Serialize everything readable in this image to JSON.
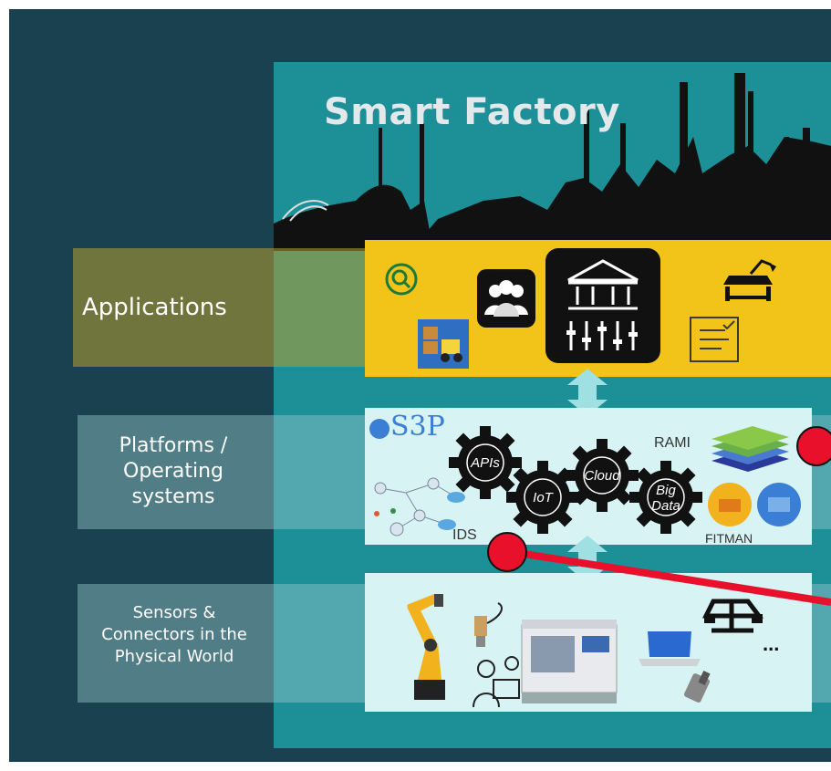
{
  "title": "Smart Factory",
  "layers": {
    "applications": "Applications",
    "platforms": [
      "Platforms /",
      "Operating",
      "systems"
    ],
    "sensors": [
      "Sensors &",
      "Connectors in the",
      "Physical World"
    ]
  },
  "platform_labels": {
    "s3p": "S3P",
    "rami": "RAMI",
    "ids": "IDS",
    "fitman": "FITMAN"
  },
  "gears": [
    "APIs",
    "IoT",
    "Cloud",
    "Big",
    "Data"
  ],
  "sensor_more": "...",
  "colors": {
    "background": "#19414f",
    "panel": "#1c8f97",
    "applications_card": "#f2c318",
    "platform_card": "#d7f3f4",
    "marker": "#e8102a"
  },
  "icons": [
    "magnifier-gear-icon",
    "users-icon",
    "bank-control-icon",
    "forklift-icon",
    "workbench-icon",
    "checklist-icon",
    "layers-icon",
    "robot-arm-icon",
    "sensor-icon",
    "cnc-machine-icon",
    "laptop-icon",
    "car-frame-icon"
  ]
}
